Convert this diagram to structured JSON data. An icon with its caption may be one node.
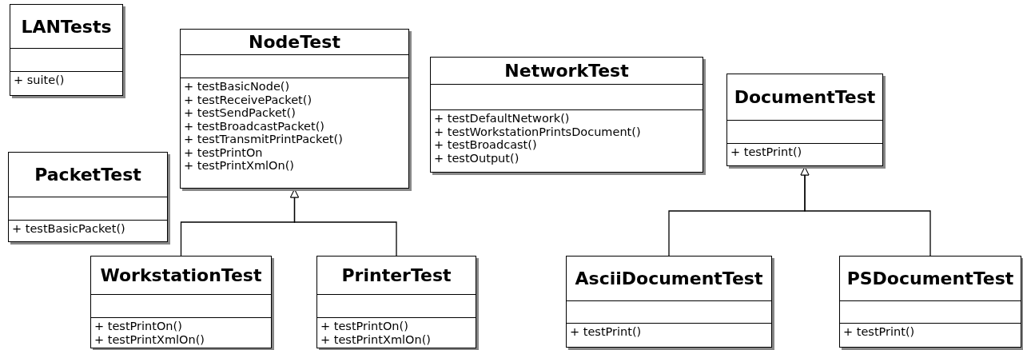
{
  "diagram": {
    "nodes": [
      {
        "text": [
          "LANTests",
          "+ suite()"
        ]
      },
      {
        "text": [
          "NodeTest",
          "+ testBasicNode()",
          "+ testReceivePacket()",
          "+ testSendPacket()",
          "+ testBroadcastPacket()",
          "+ testTransmitPrintPacket()",
          "+ testPrintOn",
          "+ testPrintXmlOn()"
        ]
      },
      {
        "text": [
          "NetworkTest",
          "+ testDefaultNetwork()",
          "+ testWorkstationPrintsDocument()",
          "+ testBroadcast()",
          "+ testOutput()"
        ]
      },
      {
        "text": [
          "DocumentTest",
          "+ testPrint()"
        ]
      },
      {
        "text": [
          "PacketTest",
          "+ testBasicPacket()"
        ]
      },
      {
        "text": [
          "WorkstationTest",
          "+ testPrintOn()",
          "+ testPrintXmlOn()"
        ]
      },
      {
        "text": [
          "PrinterTest",
          "+ testPrintOn()",
          "+ testPrintXmlOn()"
        ]
      },
      {
        "text": [
          "AsciiDocumentTest",
          "+ testPrint()"
        ]
      },
      {
        "text": [
          "PSDocumentTest",
          "+ testPrint()"
        ]
      }
    ],
    "edges": [
      {
        "from": 5,
        "to": 1,
        "arrow": "to"
      },
      {
        "from": 6,
        "to": 1,
        "arrow": "to"
      },
      {
        "from": 7,
        "to": 3,
        "arrow": "to"
      },
      {
        "from": 8,
        "to": 3,
        "arrow": "to"
      }
    ]
  }
}
